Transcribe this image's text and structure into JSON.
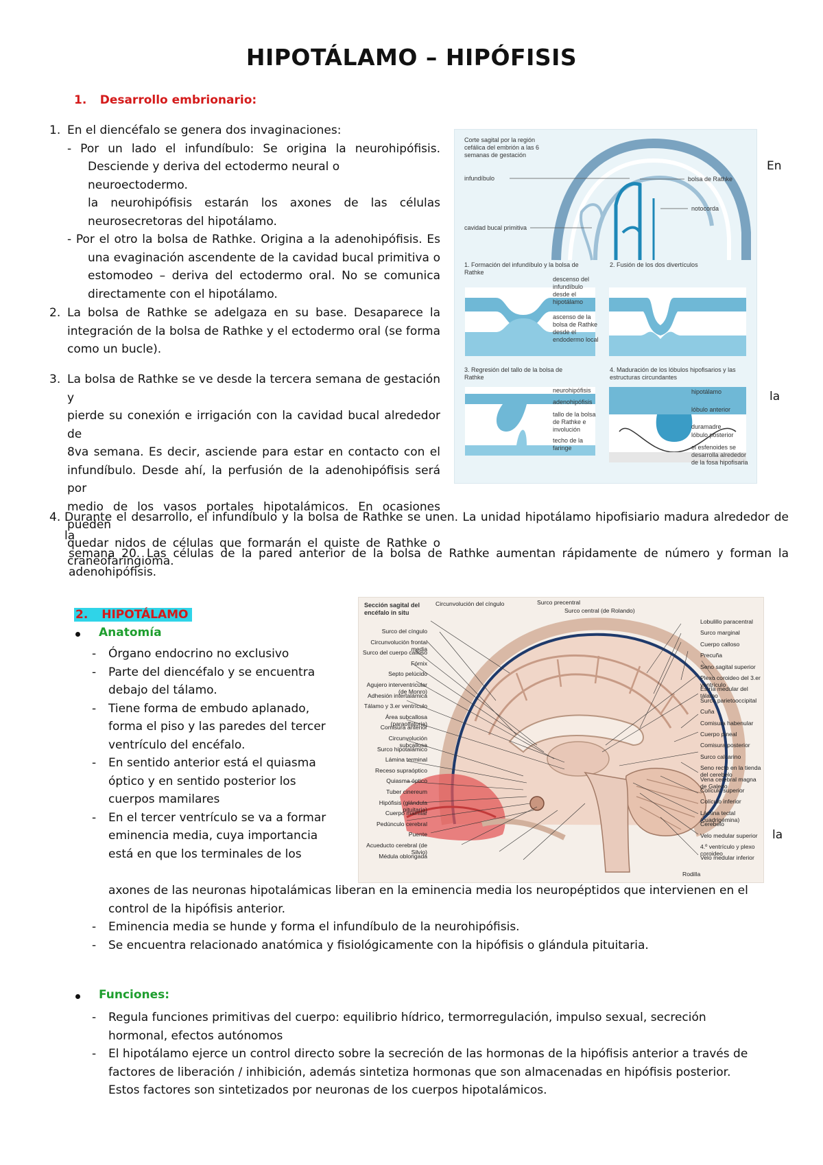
{
  "doc": {
    "title": "HIPOTÁLAMO – HIPÓFISIS"
  },
  "section1": {
    "number": "1.",
    "heading": "Desarrollo embrionario:",
    "p1_num": "1.",
    "p1_intro": "En el diencéfalo se genera dos invaginaciones:",
    "p1_a_l1": "- Por un lado el infundíbulo: Se origina la neurohipófisis.",
    "p1_a_l2": "Desciende y deriva del ectodermo neural o neuroectodermo.",
    "p1_a_l3": "la neurohipófisis estarán los axones de las células",
    "p1_a_l4": "neurosecretoras del hipotálamo.",
    "p1_a_side": "En",
    "p1_b_l1": "- Por el otro la bolsa de Rathke. Origina a la adenohipófisis. Es",
    "p1_b_l2": "una evaginación ascendente de la cavidad bucal primitiva o",
    "p1_b_l3": "estomodeo – deriva del ectodermo oral. No se comunica",
    "p1_b_l4": "directamente con el hipotálamo.",
    "p2_num": "2.",
    "p2_l1": "La bolsa de Rathke se adelgaza en su base. Desaparece la",
    "p2_l2": "integración de la bolsa de Rathke y el ectodermo oral (se forma",
    "p2_l3": "como un bucle).",
    "p3_num": "3.",
    "p3_l1": "La bolsa de Rathke se ve desde la tercera semana de gestación y",
    "p3_l2": "pierde su conexión e irrigación con la cavidad bucal alrededor de",
    "p3_l3": "8va semana. Es decir, asciende para estar en contacto con el",
    "p3_l4": "infundíbulo. Desde ahí, la perfusión de la adenohipófisis será por",
    "p3_l5": "medio de los vasos portales hipotalámicos. En ocasiones pueden",
    "p3_l6": "quedar nidos de células que formarán el quiste de Rathke o",
    "p3_l7": "craneofaringioma.",
    "p3_side": "la",
    "p4_num": "4.",
    "p4_l1": "Durante el desarrollo, el infundíbulo y la bolsa de Rathke se unen. La unidad hipotálamo hipofisiario madura alrededor de la",
    "p4_l2": "semana 20. Las células de la pared anterior de la bolsa de Rathke aumentan rápidamente de número y forman la",
    "p4_l3": "adenohipófisis."
  },
  "figure1": {
    "top_caption": "Corte sagital por la región cefálica del embrión a las 6 semanas de gestación",
    "lbl_infundibulo": "infundíbulo",
    "lbl_bolsa": "bolsa de Rathke",
    "lbl_notocorda": "notocorda",
    "lbl_cavidad": "cavidad bucal primitiva",
    "step1": "1. Formación del infundíbulo y la bolsa de Rathke",
    "step2": "2. Fusión de los dos divertículos",
    "lbl_descenso": "descenso del infundíbulo desde el hipotálamo",
    "lbl_ascenso": "ascenso de la bolsa de Rathke desde el endodermo local",
    "step3": "3. Regresión del tallo de la bolsa de Rathke",
    "step4": "4. Maduración de los lóbulos hipofisarios y las estructuras circundantes",
    "lbl_neuro": "neurohipófisis",
    "lbl_adeno": "adenohipófisis",
    "lbl_tallo": "tallo de la bolsa de Rathke e involución",
    "lbl_techo": "techo de la faringe",
    "lbl_hipot": "hipotálamo",
    "lbl_lant": "lóbulo anterior",
    "lbl_dura": "duramadre",
    "lbl_lpost": "lóbulo posterior",
    "lbl_esfen": "el esfenoides se desarrolla alrededor de la fosa hipofisaria"
  },
  "section2": {
    "number": "2.",
    "heading": "HIPOTÁLAMO",
    "anatomia": "Anatomía",
    "a1": "Órgano endocrino no exclusivo",
    "a2_l1": "Parte del diencéfalo  y se encuentra",
    "a2_l2": "debajo del tálamo.",
    "a3_l1": "Tiene forma de embudo aplanado,",
    "a3_l2": "forma el piso y las paredes del tercer",
    "a3_l3": "ventrículo del encéfalo.",
    "a4_l1": "En sentido anterior está el quiasma",
    "a4_l2": "óptico y en sentido posterior los",
    "a4_l3": "cuerpos mamilares",
    "a5_l1": "En el tercer ventrículo se va a formar",
    "a5_side": "la",
    "a5_l2": "eminencia media, cuya importancia",
    "a5_l3": "está en que los terminales de los",
    "a5_l4": "axones de las neuronas hipotalámicas liberan en la eminencia media los neuropéptidos que intervienen en el",
    "a5_l5": "control de la hipófisis anterior.",
    "a6": "Eminencia media se hunde y forma el infundíbulo de la neurohipófisis.",
    "a7": "Se encuentra relacionado anatómica y fisiológicamente con la hipófisis o glándula pituitaria.",
    "funciones": "Funciones:",
    "f1_l1": "Regula funciones primitivas del cuerpo: equilibrio hídrico, termorregulación, impulso sexual, secreción",
    "f1_l2": "hormonal, efectos autónomos",
    "f2_l1": "El hipotálamo ejerce un control directo sobre la secreción de las hormonas de la hipófisis anterior a través de",
    "f2_l2": "factores de liberación / inhibición, además sintetiza hormonas que son almacenadas en hipófisis posterior.",
    "f2_l3": "Estos factores son sintetizados por neuronas de los cuerpos hipotalámicos."
  },
  "figure2": {
    "title": "Sección sagital del encéfalo in situ",
    "left_labels": [
      "Surco del cíngulo",
      "Circunvolución frontal media",
      "Surco del cuerpo calloso",
      "Fórnix",
      "Septo pelúcido",
      "Agujero interventricular (de Monro)",
      "Adhesión intertalámica",
      "Tálamo y 3.er ventrículo",
      "Área subcallosa (paraolfatoria)",
      "Comisura anterior",
      "Circunvolución subcallosa",
      "Surco hipotalámico",
      "Lámina terminal",
      "Receso supraóptico",
      "Quiasma óptico",
      "Tuber cinereum",
      "Hipófisis (glándula pituitaria)",
      "Cuerpo mamilar",
      "Pedúnculo cerebral",
      "Puente",
      "Acueducto cerebral (de Silvio)",
      "Médula oblongada"
    ],
    "top_labels": [
      "Circunvolución del cíngulo",
      "Surco precentral",
      "Surco central (de Rolando)"
    ],
    "right_labels": [
      "Lobulillo paracentral",
      "Surco marginal",
      "Cuerpo calloso",
      "Precuña",
      "Seno sagital superior",
      "Plexo coroideo del 3.er ventrículo",
      "Estría medular del tálamo",
      "Surco parietooccipital",
      "Cuña",
      "Comisura habenular",
      "Cuerpo pineal",
      "Comisura posterior",
      "Surco calcarino",
      "Seno recto en la tienda del cerebelo",
      "Vena cerebral magna de Galeno",
      "Colículo superior",
      "Colículo inferior",
      "Lámina tectal (cuadrigémina)",
      "Cerebelo",
      "Velo medular superior",
      "4.º ventrículo y plexo coroideo",
      "Velo medular inferior"
    ],
    "bottom_label": "Rodilla"
  }
}
